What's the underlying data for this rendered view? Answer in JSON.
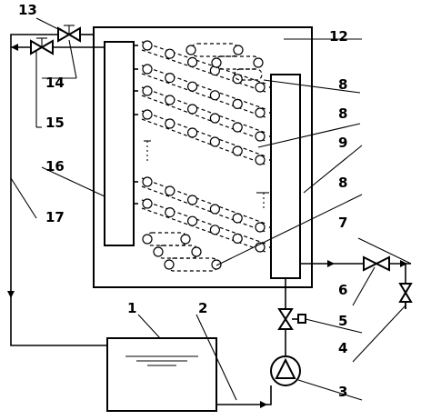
{
  "labels": {
    "l1": "1",
    "l2": "2",
    "l3": "3",
    "l4": "4",
    "l5": "5",
    "l6": "6",
    "l7": "7",
    "l8a": "8",
    "l8b": "8",
    "l8c": "8",
    "l9": "9",
    "l12": "12",
    "l13": "13",
    "l14": "14",
    "l15": "15",
    "l16": "16",
    "l17": "17"
  },
  "components": [
    {
      "id": "1",
      "kind": "tank"
    },
    {
      "id": "2",
      "kind": "pipe"
    },
    {
      "id": "3",
      "kind": "pump"
    },
    {
      "id": "4",
      "kind": "valve"
    },
    {
      "id": "5",
      "kind": "valve"
    },
    {
      "id": "6",
      "kind": "valve"
    },
    {
      "id": "7",
      "kind": "pipe"
    },
    {
      "id": "8",
      "kind": "tube-connection"
    },
    {
      "id": "9",
      "kind": "header"
    },
    {
      "id": "12",
      "kind": "enclosure"
    },
    {
      "id": "13",
      "kind": "valve"
    },
    {
      "id": "14",
      "kind": "pipe"
    },
    {
      "id": "15",
      "kind": "valve"
    },
    {
      "id": "16",
      "kind": "header"
    },
    {
      "id": "17",
      "kind": "pipe"
    }
  ]
}
